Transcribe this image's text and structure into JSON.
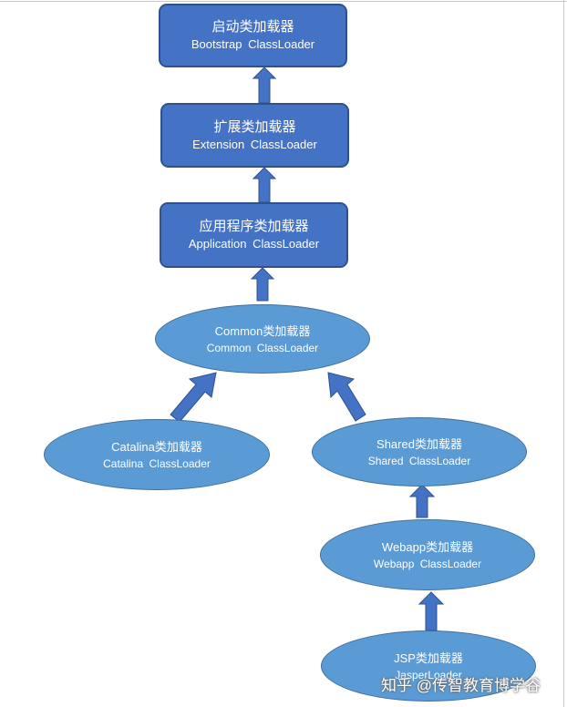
{
  "nodes": {
    "bootstrap": {
      "zh": "启动类加载器",
      "en": "Bootstrap  ClassLoader"
    },
    "extension": {
      "zh": "扩展类加载器",
      "en": "Extension  ClassLoader"
    },
    "application": {
      "zh": "应用程序类加载器",
      "en": "Application  ClassLoader"
    },
    "common": {
      "zh": "Common类加载器",
      "en": "Common  ClassLoader"
    },
    "catalina": {
      "zh": "Catalina类加载器",
      "en": "Catalina  ClassLoader"
    },
    "shared": {
      "zh": "Shared类加载器",
      "en": "Shared  ClassLoader"
    },
    "webapp": {
      "zh": "Webapp类加载器",
      "en": "Webapp  ClassLoader"
    },
    "jsp": {
      "zh": "JSP类加载器",
      "en": "JasperLoader"
    }
  },
  "watermark": "知乎 @传智教育博学谷",
  "colors": {
    "rect_fill": "#4472c4",
    "ellipse_fill": "#5b9bd5",
    "arrow_fill": "#4472c4"
  }
}
